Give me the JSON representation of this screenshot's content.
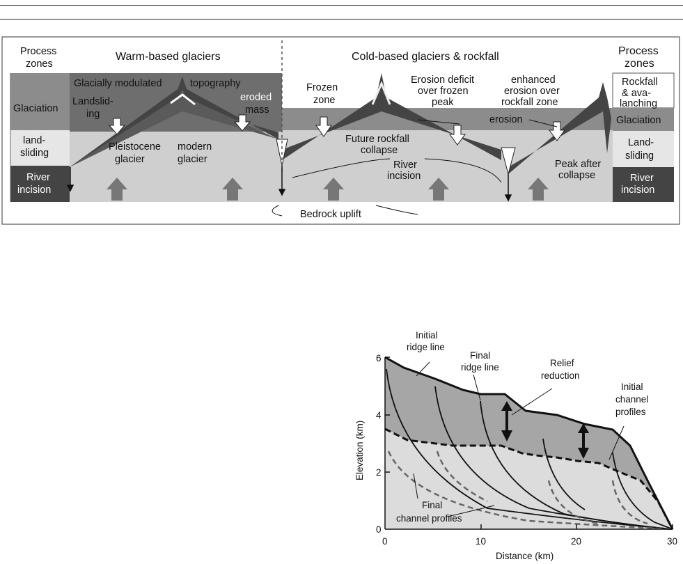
{
  "top": {
    "header_left": "Warm-based glaciers",
    "header_right": "Cold-based glaciers & rockfall",
    "left_zones": {
      "title_1": "Process",
      "title_2": "zones",
      "glaciation": "Glaciation",
      "landsliding_1": "land-",
      "landsliding_2": "sliding",
      "river_1": "River",
      "river_2": "incision"
    },
    "right_zones": {
      "title_1": "Process",
      "title_2": "zones",
      "rockfall_1": "Rockfall",
      "rockfall_2": "& ava-",
      "rockfall_3": "lanching",
      "glaciation": "Glaciation",
      "landsliding_1": "Land-",
      "landsliding_2": "sliding",
      "river_1": "River",
      "river_2": "incision"
    },
    "labels": {
      "glacially_modulated": "Glacially modulated",
      "topography": "topography",
      "eroded_1": "eroded",
      "eroded_2": "mass",
      "landsliding_1": "Landslid-",
      "landsliding_2": "ing",
      "pleistocene_1": "Pleistocene",
      "pleistocene_2": "glacier",
      "modern_1": "modern",
      "modern_2": "glacier",
      "frozen_1": "Frozen",
      "frozen_2": "zone",
      "erosion_deficit_1": "Erosion deficit",
      "erosion_deficit_2": "over frozen",
      "erosion_deficit_3": "peak",
      "enhanced_1": "enhanced",
      "enhanced_2": "erosion over",
      "enhanced_3": "rockfall zone",
      "erosion": "erosion",
      "future_1": "Future rockfall",
      "future_2": "collapse",
      "river_1": "River",
      "river_2": "incision",
      "peak_after_1": "Peak after",
      "peak_after_2": "collapse",
      "bedrock_uplift": "Bedrock uplift"
    }
  },
  "bottom": {
    "labels": {
      "initial_ridge_1": "Initial",
      "initial_ridge_2": "ridge line",
      "final_ridge_1": "Final",
      "final_ridge_2": "ridge line",
      "relief_1": "Relief",
      "relief_2": "reduction",
      "initial_channel_1": "Initial",
      "initial_channel_2": "channel",
      "initial_channel_3": "profiles",
      "final_channel_1": "Final",
      "final_channel_2": "channel profiles"
    },
    "axes": {
      "xlabel": "Distance (km)",
      "ylabel": "Elevation (km)",
      "xticks": [
        "0",
        "10",
        "20",
        "30"
      ],
      "yticks": [
        "0",
        "2",
        "4",
        "6"
      ]
    }
  }
}
